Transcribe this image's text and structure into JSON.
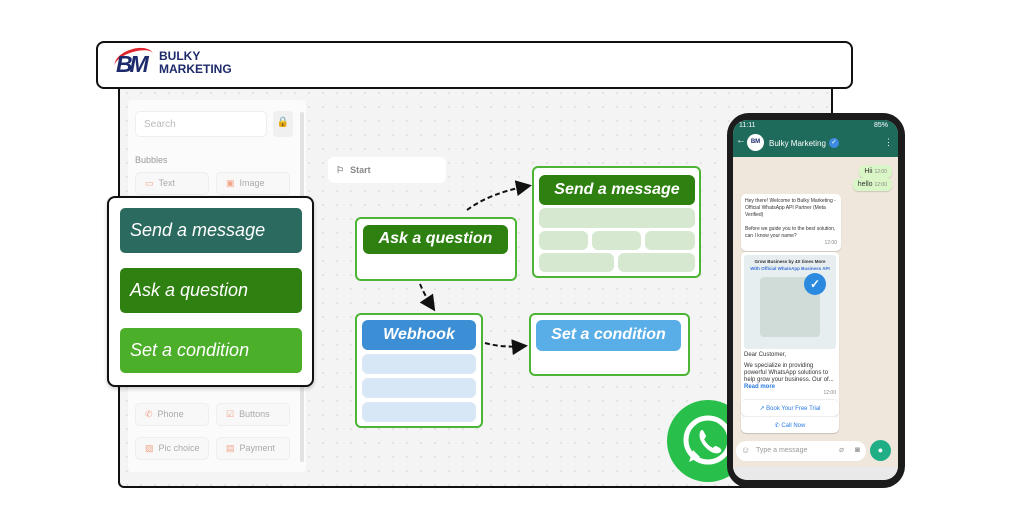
{
  "brand": {
    "line1": "BULKY",
    "line2": "MARKETING",
    "mark": "BM"
  },
  "sidebar": {
    "search_placeholder": "Search",
    "section": "Bubbles",
    "items": [
      {
        "label": "Text",
        "icon": "chat-icon"
      },
      {
        "label": "Image",
        "icon": "image-icon"
      },
      {
        "label": "Phone",
        "icon": "phone-icon"
      },
      {
        "label": "Buttons",
        "icon": "checkbox-icon"
      },
      {
        "label": "Pic choice",
        "icon": "picture-icon"
      },
      {
        "label": "Payment",
        "icon": "card-icon"
      }
    ]
  },
  "overlay": {
    "items": [
      "Send a message",
      "Ask a question",
      "Set a condition"
    ]
  },
  "flow": {
    "start": "Start",
    "ask": "Ask a question",
    "send": "Send a message",
    "webhook": "Webhook",
    "condition": "Set a condition"
  },
  "colors": {
    "teal": "#2b6a5e",
    "green_dark": "#2e8010",
    "green": "#4caf2a",
    "blue": "#3c8fd4",
    "light_blue": "#5aaee8",
    "wa_green": "#1e6b5c"
  },
  "phone": {
    "time": "11:11",
    "battery": "85%",
    "contact": "Bulky Marketing",
    "out": [
      {
        "text": "Hii",
        "time": "12:00"
      },
      {
        "text": "hello",
        "time": "12:00"
      }
    ],
    "welcome": {
      "text": "Hey there! Welcome to Bulky Marketing - Official WhatsApp API Partner (Meta Verified)",
      "text2": "Before we guide you to the best solution, can I know your name?",
      "time": "12:00"
    },
    "promo": {
      "banner": "Grow Business by 4X times More",
      "banner_sub": "With Official WhatsApp Business API",
      "greeting": "Dear Customer,",
      "body": "We specialize in providing powerful WhatsApp solutions to help grow your business. Our of...",
      "read_more": "Read more",
      "time": "12:00",
      "cta1": "Book Your Free Trial",
      "cta2": "Call Now"
    },
    "input_placeholder": "Type a message"
  }
}
